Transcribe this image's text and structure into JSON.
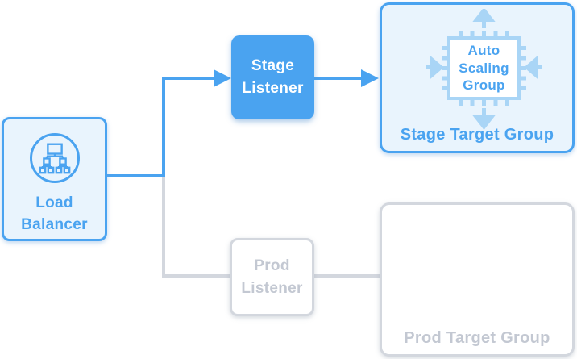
{
  "nodes": {
    "load_balancer": {
      "label": "Load Balancer"
    },
    "stage_listener": {
      "label": "Stage Listener"
    },
    "prod_listener": {
      "label": "Prod Listener"
    },
    "stage_target_group": {
      "label": "Stage Target Group"
    },
    "auto_scaling_group": {
      "label": "Auto Scaling Group"
    },
    "prod_target_group": {
      "label": "Prod Target Group"
    }
  },
  "edges": [
    {
      "from": "Load Balancer",
      "to": "Stage Listener",
      "style": "active-blue",
      "arrow": true
    },
    {
      "from": "Stage Listener",
      "to": "Stage Target Group",
      "style": "active-blue",
      "arrow": true
    },
    {
      "from": "Load Balancer",
      "to": "Prod Listener",
      "style": "inactive-gray",
      "arrow": false
    },
    {
      "from": "Prod Listener",
      "to": "Prod Target Group",
      "style": "inactive-gray",
      "arrow": false
    }
  ],
  "icons": {
    "load_balancer": "load-balancer-tree-icon",
    "auto_scaling": "cpu-chip-with-scaling-arrows-icon"
  },
  "colors": {
    "primary_blue": "#4AA3F0",
    "light_blue_bg": "#E9F4FD",
    "pale_blue": "#A9D5F6",
    "gray_border": "#D3D7DE",
    "gray_text": "#C3C8D2",
    "white": "#FFFFFF"
  }
}
